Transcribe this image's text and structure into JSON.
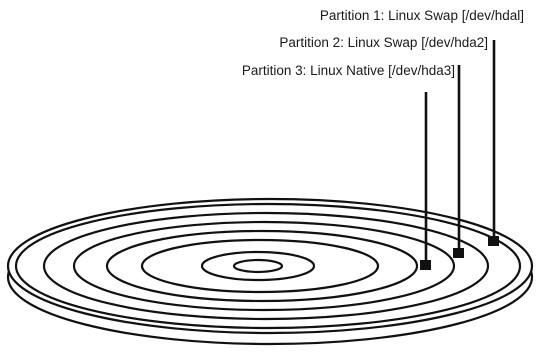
{
  "labels": {
    "partition_1": "Partition 1: Linux Swap [/dev/hdal]",
    "partition_2": "Partition 2: Linux Swap [/dev/hda2]",
    "partition_3": "Partition 3: Linux Native [/dev/hda3]"
  },
  "colors": {
    "ink": "#111111",
    "background": "#ffffff"
  }
}
